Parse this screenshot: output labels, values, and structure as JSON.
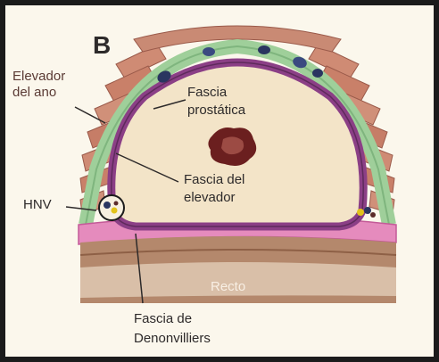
{
  "panel_letter": "B",
  "labels": {
    "levator_ani_line1": "Elevador",
    "levator_ani_line2": "del ano",
    "prostatic_fascia_line1": "Fascia",
    "prostatic_fascia_line2": "prostática",
    "levator_fascia_line1": "Fascia del",
    "levator_fascia_line2": "elevador",
    "nvb": "HNV",
    "rectum": "Recto",
    "denonvilliers_line1": "Fascia de",
    "denonvilliers_line2": "Denonvilliers"
  },
  "colors": {
    "frame": "#1b1b1b",
    "background": "#fbf7ec",
    "muscle": "#c9826c",
    "levator_fascia": "#9fcf9a",
    "prostatic_fascia": "#8b3f86",
    "prostate": "#f3e4c8",
    "denonvilliers": "#d96aa8",
    "rectum": "#b4886c",
    "urethra": "#6b1f1f"
  }
}
